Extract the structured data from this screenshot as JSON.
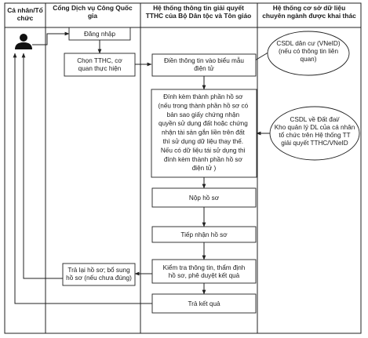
{
  "lanes": [
    {
      "title_lines": [
        "Cá nhân/Tổ",
        "chức"
      ]
    },
    {
      "title_lines": [
        "Cổng Dịch vụ Công Quốc",
        "gia"
      ]
    },
    {
      "title_lines": [
        "Hệ thống thông tin giải quyết",
        "TTHC của Bộ Dân tộc và Tôn giáo"
      ]
    },
    {
      "title_lines": [
        "Hệ thống cơ sở dữ liệu",
        "chuyên ngành được khai thác"
      ]
    }
  ],
  "nodes": {
    "login": {
      "lines": [
        "Đăng nhập"
      ]
    },
    "choose": {
      "lines": [
        "Chọn TTHC, cơ",
        "quan thực hiện"
      ]
    },
    "fill_form": {
      "lines": [
        "Điền thông tin vào biểu mẫu",
        "điện tử"
      ]
    },
    "attach": {
      "lines": [
        "Đính kèm thành phần hồ sơ",
        "(nếu trong thành phần hồ sơ có",
        "bản sao giấy chứng nhận",
        "quyền sử dụng đất hoặc chứng",
        "nhận tài sản gắn liền trên đất",
        "thì sử dụng dữ liệu thay thế.",
        "Nếu có dữ liệu tái sử dụng thì",
        "đính kèm thành phần hồ sơ",
        "điện tử )"
      ]
    },
    "submit": {
      "lines": [
        "Nộp hồ sơ"
      ]
    },
    "receive": {
      "lines": [
        "Tiếp nhận hồ sơ"
      ]
    },
    "check": {
      "lines": [
        "Kiểm tra thông tin, thẩm định",
        "hồ sơ, phê duyệt kết quả"
      ]
    },
    "return": {
      "lines": [
        "Trả lại hồ sơ; bổ sung",
        "hồ sơ (nếu chưa đúng)"
      ]
    },
    "result": {
      "lines": [
        "Trả kết quả"
      ]
    },
    "csdl_dancu": {
      "lines": [
        "CSDL dân cư (VNeID)",
        "(nếu có thông tin liên",
        "quan)"
      ]
    },
    "csdl_datdai": {
      "lines": [
        "CSDL về Đất đai/",
        "Kho quản lý DL của cá nhân",
        "tổ chức trên Hệ thống TT",
        "giải quyết TTHC/VNeID"
      ]
    }
  }
}
